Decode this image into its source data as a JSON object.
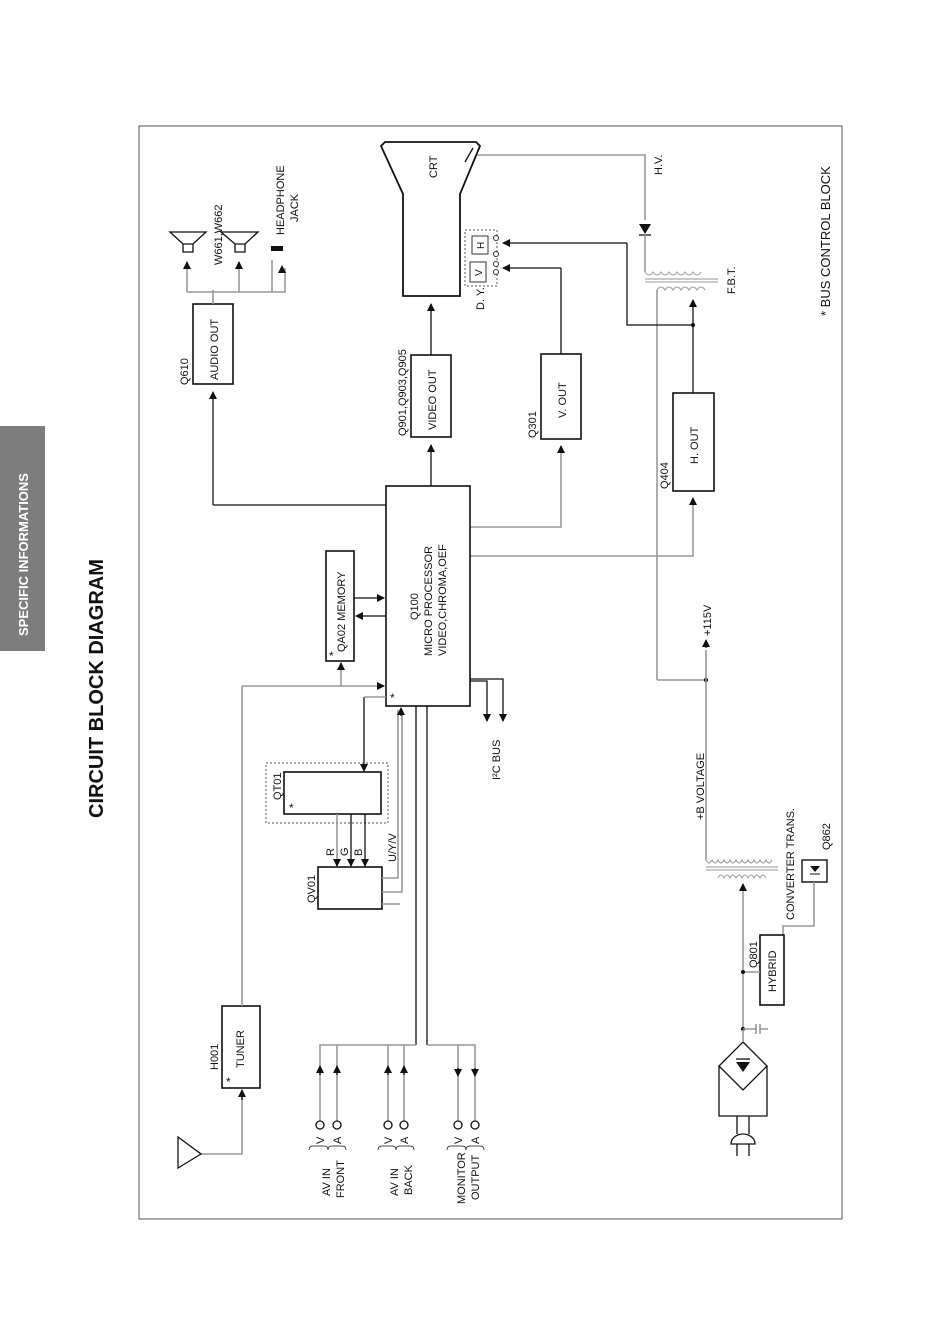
{
  "side_tab": "SPECIFIC INFORMATIONS",
  "title": "CIRCUIT BLOCK DIAGRAM",
  "footnote": "* BUS CONTROL BLOCK",
  "colors": {
    "tab_bg": "#7d7d7d",
    "line_primary": "#111111",
    "line_secondary": "#999999"
  },
  "blocks": {
    "audio_out": {
      "ref": "Q610",
      "label": "AUDIO OUT"
    },
    "video_out": {
      "ref": "Q901,Q903,Q905",
      "label": "VIDEO OUT"
    },
    "v_out": {
      "ref": "Q301",
      "label": "V. OUT"
    },
    "h_out": {
      "ref": "Q404",
      "label": "H. OUT"
    },
    "memory": {
      "label": "QA02 MEMORY",
      "mark": "*"
    },
    "processor": {
      "ref": "Q100",
      "line1": "MICRO PROCESSOR",
      "line2": "VIDEO,CHROMA,OEF",
      "mark": "*"
    },
    "qt01": {
      "ref": "QT01",
      "mark": "*"
    },
    "qv01": {
      "ref": "QV01"
    },
    "tuner": {
      "ref": "H001",
      "label": "TUNER",
      "mark": "*"
    },
    "hybrid": {
      "ref": "Q801",
      "label": "HYBRID"
    },
    "crt": {
      "label": "CRT"
    }
  },
  "labels": {
    "speakers": "W661,W662",
    "headphone_1": "HEADPHONE",
    "headphone_2": "JACK",
    "dy": "D. Y.",
    "dy_v": "V",
    "dy_h": "H",
    "hv": "H.V.",
    "fbt": "F.B.T.",
    "i2c": "I²C BUS",
    "rgb": [
      "R",
      "G",
      "B"
    ],
    "uyv": "U/Y/V",
    "plus115": "+115V",
    "bvoltage": "+B VOLTAGE",
    "converter": "CONVERTER TRANS.",
    "q862": "Q862"
  },
  "io_groups": [
    {
      "line1": "AV IN",
      "line2": "FRONT",
      "pins": [
        "V",
        "A"
      ]
    },
    {
      "line1": "AV IN",
      "line2": "BACK",
      "pins": [
        "V",
        "A"
      ]
    },
    {
      "line1": "MONITOR",
      "line2": "OUTPUT",
      "pins": [
        "V",
        "A"
      ]
    }
  ]
}
